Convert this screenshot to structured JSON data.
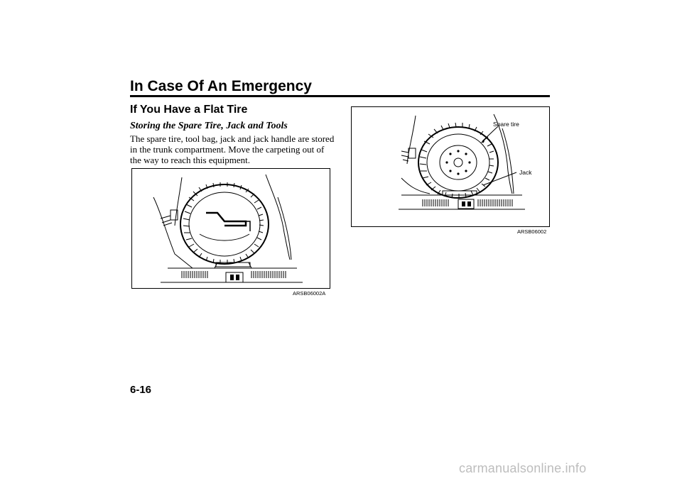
{
  "header": {
    "section_title": "In Case Of An Emergency"
  },
  "content": {
    "heading": "If You Have a Flat Tire",
    "subheading": "Storing the Spare Tire, Jack and Tools",
    "paragraph": "The spare tire, tool bag, jack and jack handle are stored in the trunk compartment. Move the carpeting out of the way to reach this equipment."
  },
  "figures": {
    "left": {
      "code": "ARSB06002A"
    },
    "right": {
      "code": "ARSB06002",
      "callouts": {
        "spare_tire": "Spare tire",
        "jack": "Jack"
      }
    }
  },
  "footer": {
    "page_number": "6-16",
    "watermark": "carmanualsonline.info"
  }
}
